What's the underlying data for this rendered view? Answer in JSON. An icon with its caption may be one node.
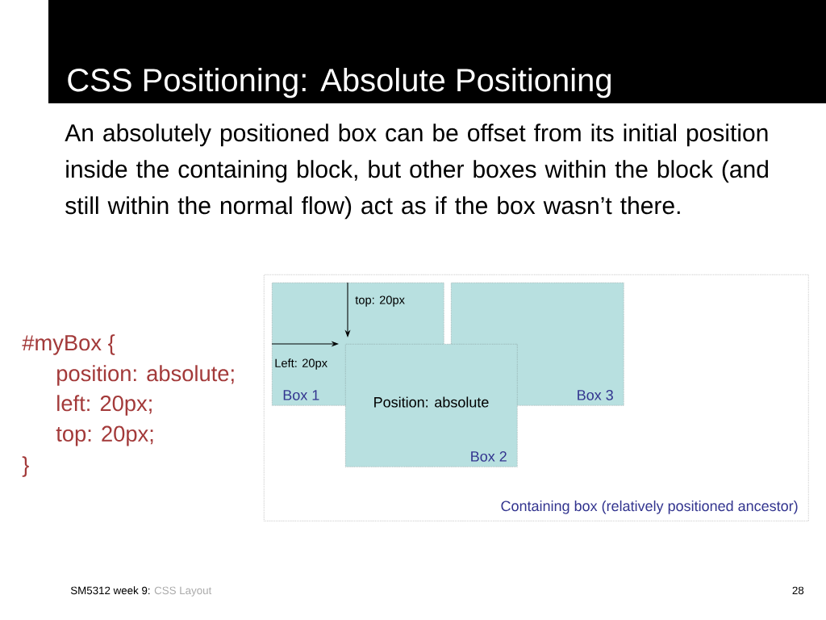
{
  "diagram": {
    "title": "CSS Positioning: Absolute Positioning",
    "nodes": [
      {
        "text": [
          "Containing box (relatively positioned ancestor)"
        ]
      },
      {
        "text": [
          "Box 1"
        ],
        "in": 0
      },
      {
        "text": [
          "Box 3"
        ],
        "in": 0
      },
      {
        "text": [
          "Position: absolute",
          "Box 2"
        ],
        "in": 0
      }
    ],
    "labels": [
      "An absolutely positioned box can be offset from its initial position inside the containing block, but other boxes within the block (and still within the normal flow) act as if the box wasn’t there.",
      "top: 20px",
      "Left: 20px",
      "#myBox {",
      "position: absolute;",
      "left: 20px;",
      "top: 20px;",
      "}",
      "SM5312 week 9:",
      "CSS Layout",
      "28"
    ]
  }
}
